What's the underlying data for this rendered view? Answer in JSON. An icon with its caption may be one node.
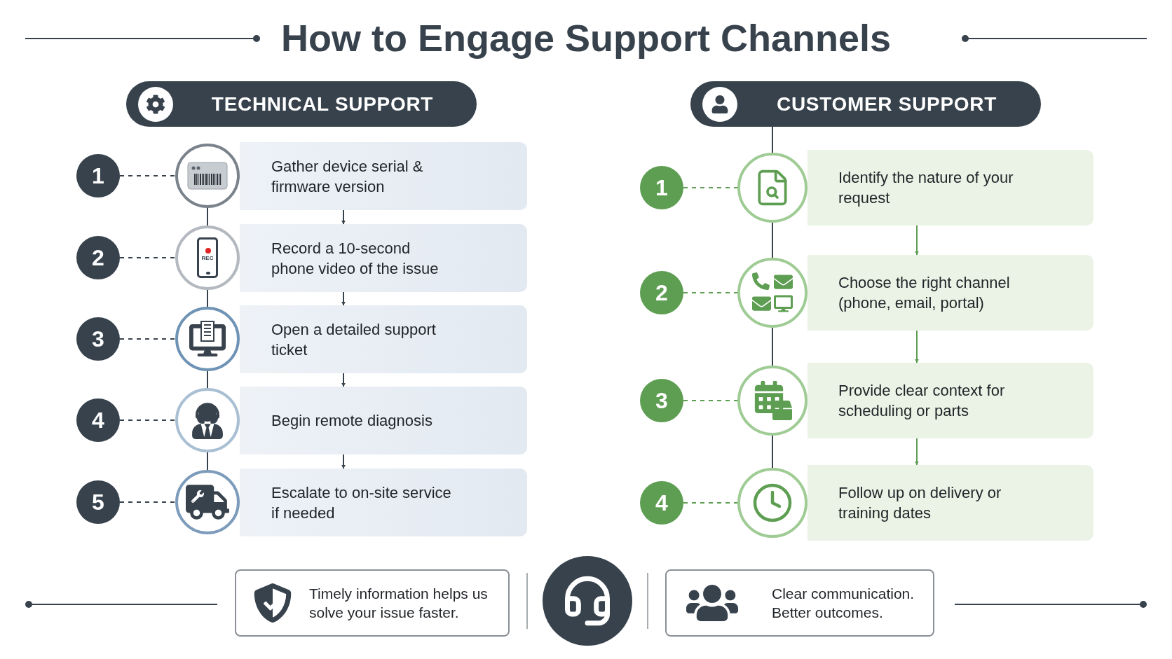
{
  "diagram": {
    "title": "How to Engage Support Channels",
    "nodes": [
      {
        "text": [
          "TECHNICAL SUPPORT"
        ]
      },
      {
        "text": [
          "1"
        ]
      },
      {
        "text": [],
        "shape": "circle"
      },
      {
        "text": [
          "Gather device serial & firmware version"
        ]
      },
      {
        "text": [
          "2"
        ]
      },
      {
        "text": [],
        "shape": "circle"
      },
      {
        "text": [
          "Record a 10-second phone video of the issue"
        ]
      },
      {
        "text": [
          "3"
        ]
      },
      {
        "text": [],
        "shape": "circle"
      },
      {
        "text": [
          "Open a detailed support ticket"
        ]
      },
      {
        "text": [
          "4"
        ]
      },
      {
        "text": [],
        "shape": "circle"
      },
      {
        "text": [
          "Begin remote diagnosis"
        ]
      },
      {
        "text": [
          "5"
        ]
      },
      {
        "text": [],
        "shape": "circle"
      },
      {
        "text": [
          "Escalate to on-site service if needed"
        ]
      },
      {
        "text": [
          "CUSTOMER SUPPORT"
        ]
      },
      {
        "text": [
          "1"
        ]
      },
      {
        "text": [],
        "shape": "circle"
      },
      {
        "text": [
          "Identify the nature of your request"
        ]
      },
      {
        "text": [
          "2"
        ]
      },
      {
        "text": [],
        "shape": "circle"
      },
      {
        "text": [
          "Choose the right channel (phone, email, portal)"
        ]
      },
      {
        "text": [
          "3"
        ]
      },
      {
        "text": [],
        "shape": "circle"
      },
      {
        "text": [
          "Provide clear context for scheduling or parts"
        ]
      },
      {
        "text": [
          "4"
        ]
      },
      {
        "text": [],
        "shape": "circle"
      },
      {
        "text": [
          "Follow up on delivery or training dates"
        ]
      },
      {
        "text": [
          "Timely information helps us solve your issue faster."
        ]
      },
      {
        "text": [],
        "shape": "circle"
      },
      {
        "text": [
          "Clear communication. Better outcomes."
        ]
      }
    ],
    "edges": [
      {
        "from": 1,
        "to": 2,
        "arrow": "none",
        "style": "dashed"
      },
      {
        "from": 4,
        "to": 5,
        "arrow": "none",
        "style": "dashed"
      },
      {
        "from": 7,
        "to": 8,
        "arrow": "none",
        "style": "dashed"
      },
      {
        "from": 10,
        "to": 11,
        "arrow": "none",
        "style": "dashed"
      },
      {
        "from": 13,
        "to": 14,
        "arrow": "none",
        "style": "dashed"
      },
      {
        "from": 2,
        "to": 5,
        "arrow": "none"
      },
      {
        "from": 5,
        "to": 8,
        "arrow": "none"
      },
      {
        "from": 8,
        "to": 11,
        "arrow": "none"
      },
      {
        "from": 11,
        "to": 14,
        "arrow": "none"
      },
      {
        "from": 3,
        "to": 6,
        "arrow": "to"
      },
      {
        "from": 6,
        "to": 9,
        "arrow": "to"
      },
      {
        "from": 9,
        "to": 12,
        "arrow": "to"
      },
      {
        "from": 12,
        "to": 15,
        "arrow": "to"
      },
      {
        "from": 16,
        "to": 18,
        "arrow": "none"
      },
      {
        "from": 17,
        "to": 18,
        "arrow": "none",
        "style": "dashed",
        "color": "#5e9e52"
      },
      {
        "from": 20,
        "to": 21,
        "arrow": "none",
        "style": "dashed",
        "color": "#5e9e52"
      },
      {
        "from": 23,
        "to": 24,
        "arrow": "none",
        "style": "dashed",
        "color": "#5e9e52"
      },
      {
        "from": 26,
        "to": 27,
        "arrow": "none",
        "style": "dashed",
        "color": "#5e9e52"
      },
      {
        "from": 18,
        "to": 21,
        "arrow": "none"
      },
      {
        "from": 21,
        "to": 24,
        "arrow": "none"
      },
      {
        "from": 24,
        "to": 27,
        "arrow": "none"
      },
      {
        "from": 19,
        "to": 22,
        "arrow": "to",
        "color": "#5e9e52"
      },
      {
        "from": 22,
        "to": 25,
        "arrow": "to",
        "color": "#5e9e52"
      },
      {
        "from": 25,
        "to": 28,
        "arrow": "to",
        "color": "#5e9e52"
      }
    ],
    "labels": [
      "REC"
    ]
  }
}
